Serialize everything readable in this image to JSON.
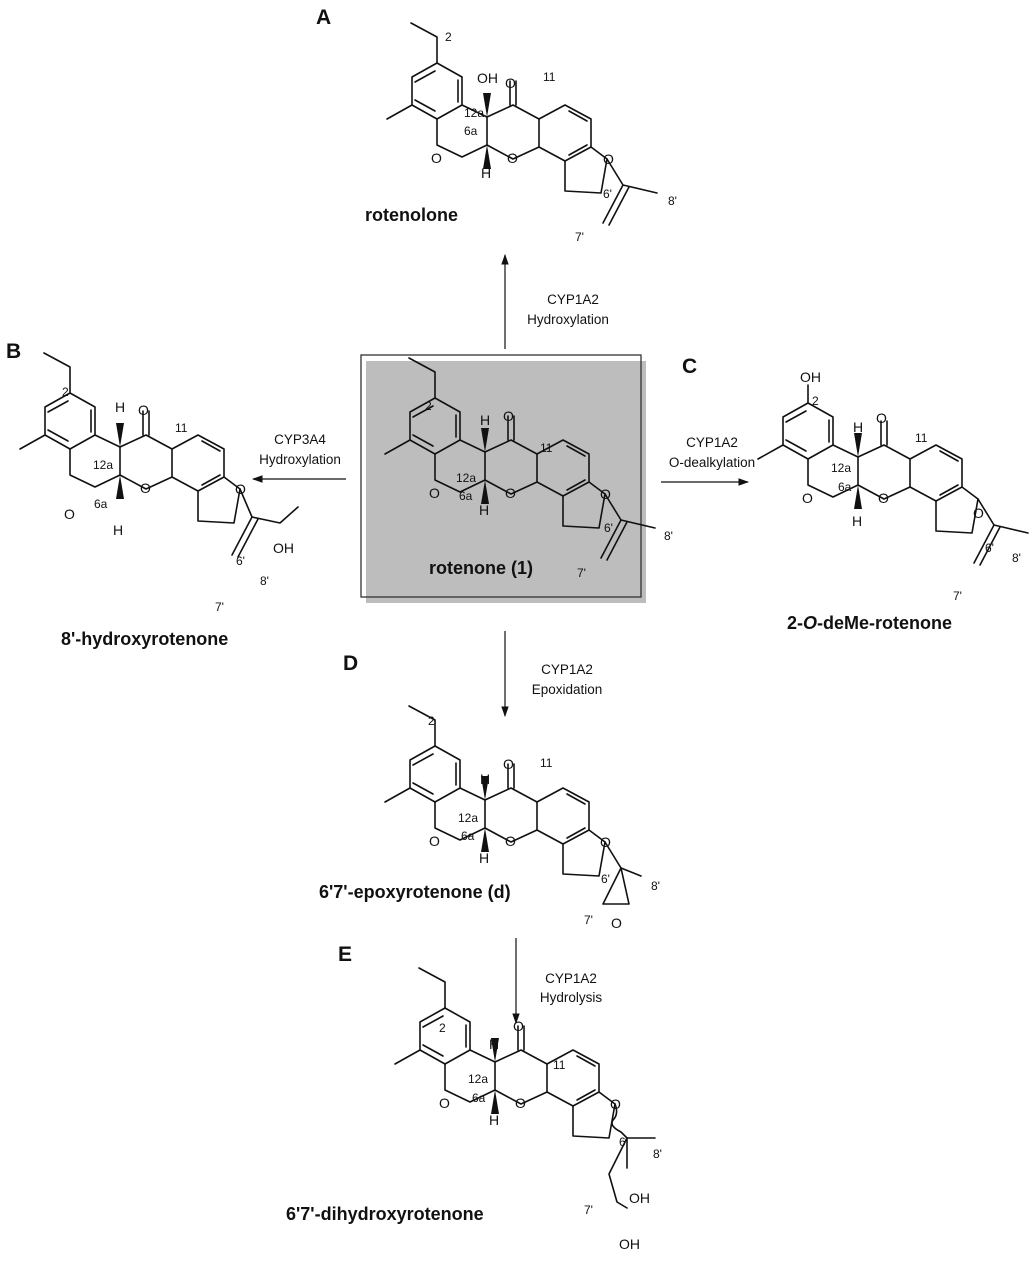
{
  "panels": {
    "a": "A",
    "b": "B",
    "c": "C",
    "d": "D",
    "e": "E"
  },
  "compounds": {
    "rotenolone": "rotenolone",
    "rotenone": "rotenone (1)",
    "hydroxyrotenone": "8'-hydroxyrotenone",
    "demethyl_prefix": "2-",
    "demethyl_italic": "O",
    "demethyl_suffix": "-deMe-rotenone",
    "epoxyrotenone": "6'7'-epoxyrotenone (d)",
    "dihydroxyrotenone": "6'7'-dihydroxyrotenone"
  },
  "reactions": {
    "up": {
      "enzyme": "CYP1A2",
      "type": "Hydroxylation"
    },
    "left": {
      "enzyme": "CYP3A4",
      "type": "Hydroxylation"
    },
    "right": {
      "enzyme": "CYP1A2",
      "type": "O-dealkylation"
    },
    "down": {
      "enzyme": "CYP1A2",
      "type": "Epoxidation"
    },
    "down2": {
      "enzyme": "CYP1A2",
      "type": "Hydrolysis"
    }
  },
  "atoms": {
    "o": "O",
    "h": "H",
    "oh": "OH",
    "pos_2": "2",
    "pos_11": "11",
    "pos_12a": "12a",
    "pos_6a": "6a",
    "pos_6p": "6'",
    "pos_7p": "7'",
    "pos_8p": "8'"
  }
}
